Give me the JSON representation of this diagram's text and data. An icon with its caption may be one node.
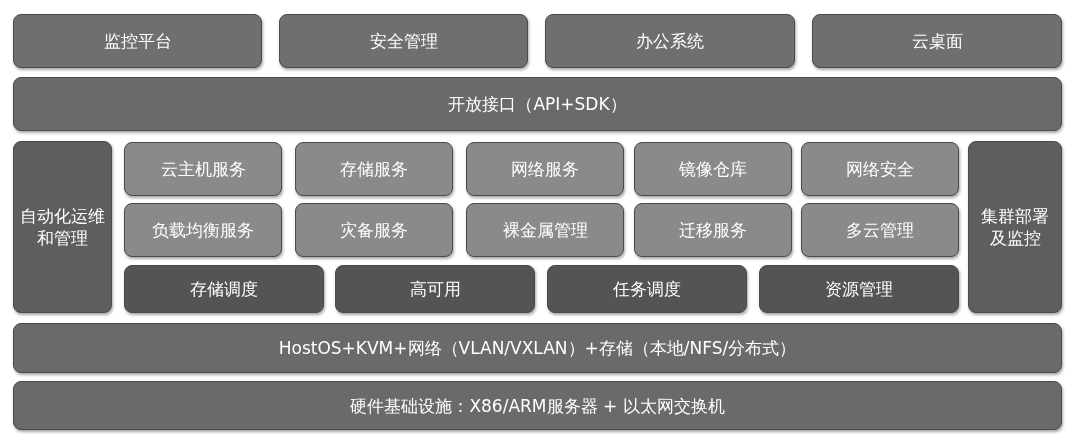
{
  "diagram": {
    "nodes": [
      {
        "text": [
          "监控平台"
        ]
      },
      {
        "text": [
          "安全管理"
        ]
      },
      {
        "text": [
          "办公系统"
        ]
      },
      {
        "text": [
          "云桌面"
        ]
      },
      {
        "text": [
          "开放接口（API+SDK）"
        ]
      },
      {
        "text": [
          "自动化运维和管理"
        ]
      },
      {
        "text": [
          "云主机服务"
        ]
      },
      {
        "text": [
          "存储服务"
        ]
      },
      {
        "text": [
          "网络服务"
        ]
      },
      {
        "text": [
          "镜像仓库"
        ]
      },
      {
        "text": [
          "网络安全"
        ]
      },
      {
        "text": [
          "负载均衡服务"
        ]
      },
      {
        "text": [
          "灾备服务"
        ]
      },
      {
        "text": [
          "裸金属管理"
        ]
      },
      {
        "text": [
          "迁移服务"
        ]
      },
      {
        "text": [
          "多云管理"
        ]
      },
      {
        "text": [
          "存储调度"
        ]
      },
      {
        "text": [
          "高可用"
        ]
      },
      {
        "text": [
          "任务调度"
        ]
      },
      {
        "text": [
          "资源管理"
        ]
      },
      {
        "text": [
          "集群部署及监控"
        ]
      },
      {
        "text": [
          "HostOS+KVM+网络（VLAN/VXLAN）+存储（本地/NFS/分布式）"
        ]
      },
      {
        "text": [
          "硬件基础设施：X86/ARM服务器 + 以太网交换机"
        ]
      }
    ]
  }
}
